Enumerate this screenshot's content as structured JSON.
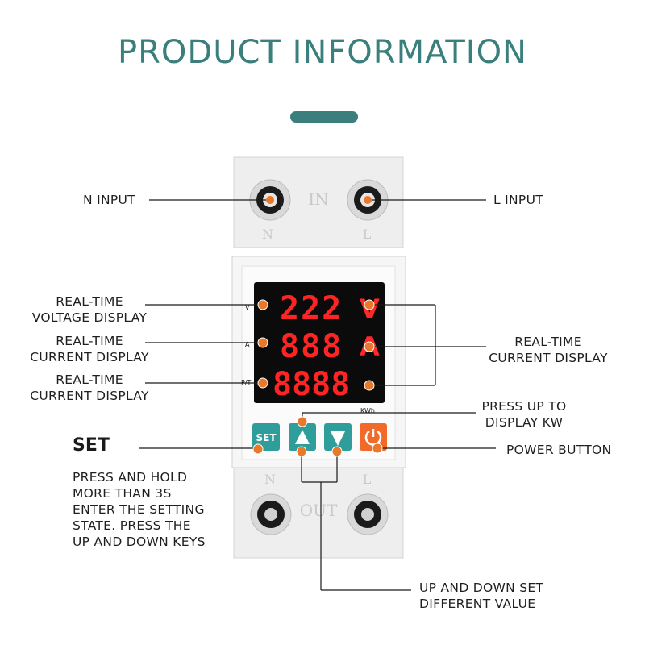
{
  "title": "PRODUCT INFORMATION",
  "labels": {
    "n_input": "N INPUT",
    "l_input": "L INPUT",
    "voltage_display_line1": "REAL-TIME",
    "voltage_display_line2": "VOLTAGE DISPLAY",
    "current_display_left1_line1": "REAL-TIME",
    "current_display_left1_line2": "CURRENT DISPLAY",
    "current_display_left2_line1": "REAL-TIME",
    "current_display_left2_line2": "CURRENT DISPLAY",
    "current_display_right_line1": "REAL-TIME",
    "current_display_right_line2": "CURRENT DISPLAY",
    "press_up_line1": "PRESS UP TO",
    "press_up_line2": "DISPLAY KW",
    "power_button": "POWER BUTTON",
    "set_title": "SET",
    "set_desc": [
      "PRESS AND HOLD",
      "MORE THAN 3S",
      "ENTER THE SETTING",
      "STATE. PRESS THE",
      "UP AND DOWN KEYS"
    ],
    "updown_line1": "UP AND DOWN SET",
    "updown_line2": "DIFFERENT VALUE"
  },
  "device": {
    "top_panel_label": "IN",
    "bottom_panel_label": "OUT",
    "terminal_n": "N",
    "terminal_l": "L",
    "row_prefix_v": "V",
    "row_prefix_a": "A",
    "row_prefix_pt": "P/T",
    "unit_v": "V",
    "unit_a": "A",
    "kwh_label": "KWh",
    "display_row1": "222",
    "display_row2": "888",
    "display_row3": "8888",
    "set_button": "SET",
    "up_icon": "up-triangle-icon",
    "down_icon": "down-triangle-icon",
    "power_icon": "power-icon"
  },
  "colors": {
    "accent_teal": "#3a7f7c",
    "button_teal": "#2f9e9a",
    "power_orange": "#f26a2a",
    "marker_orange": "#e8792a",
    "segment_red": "#ff2424"
  }
}
